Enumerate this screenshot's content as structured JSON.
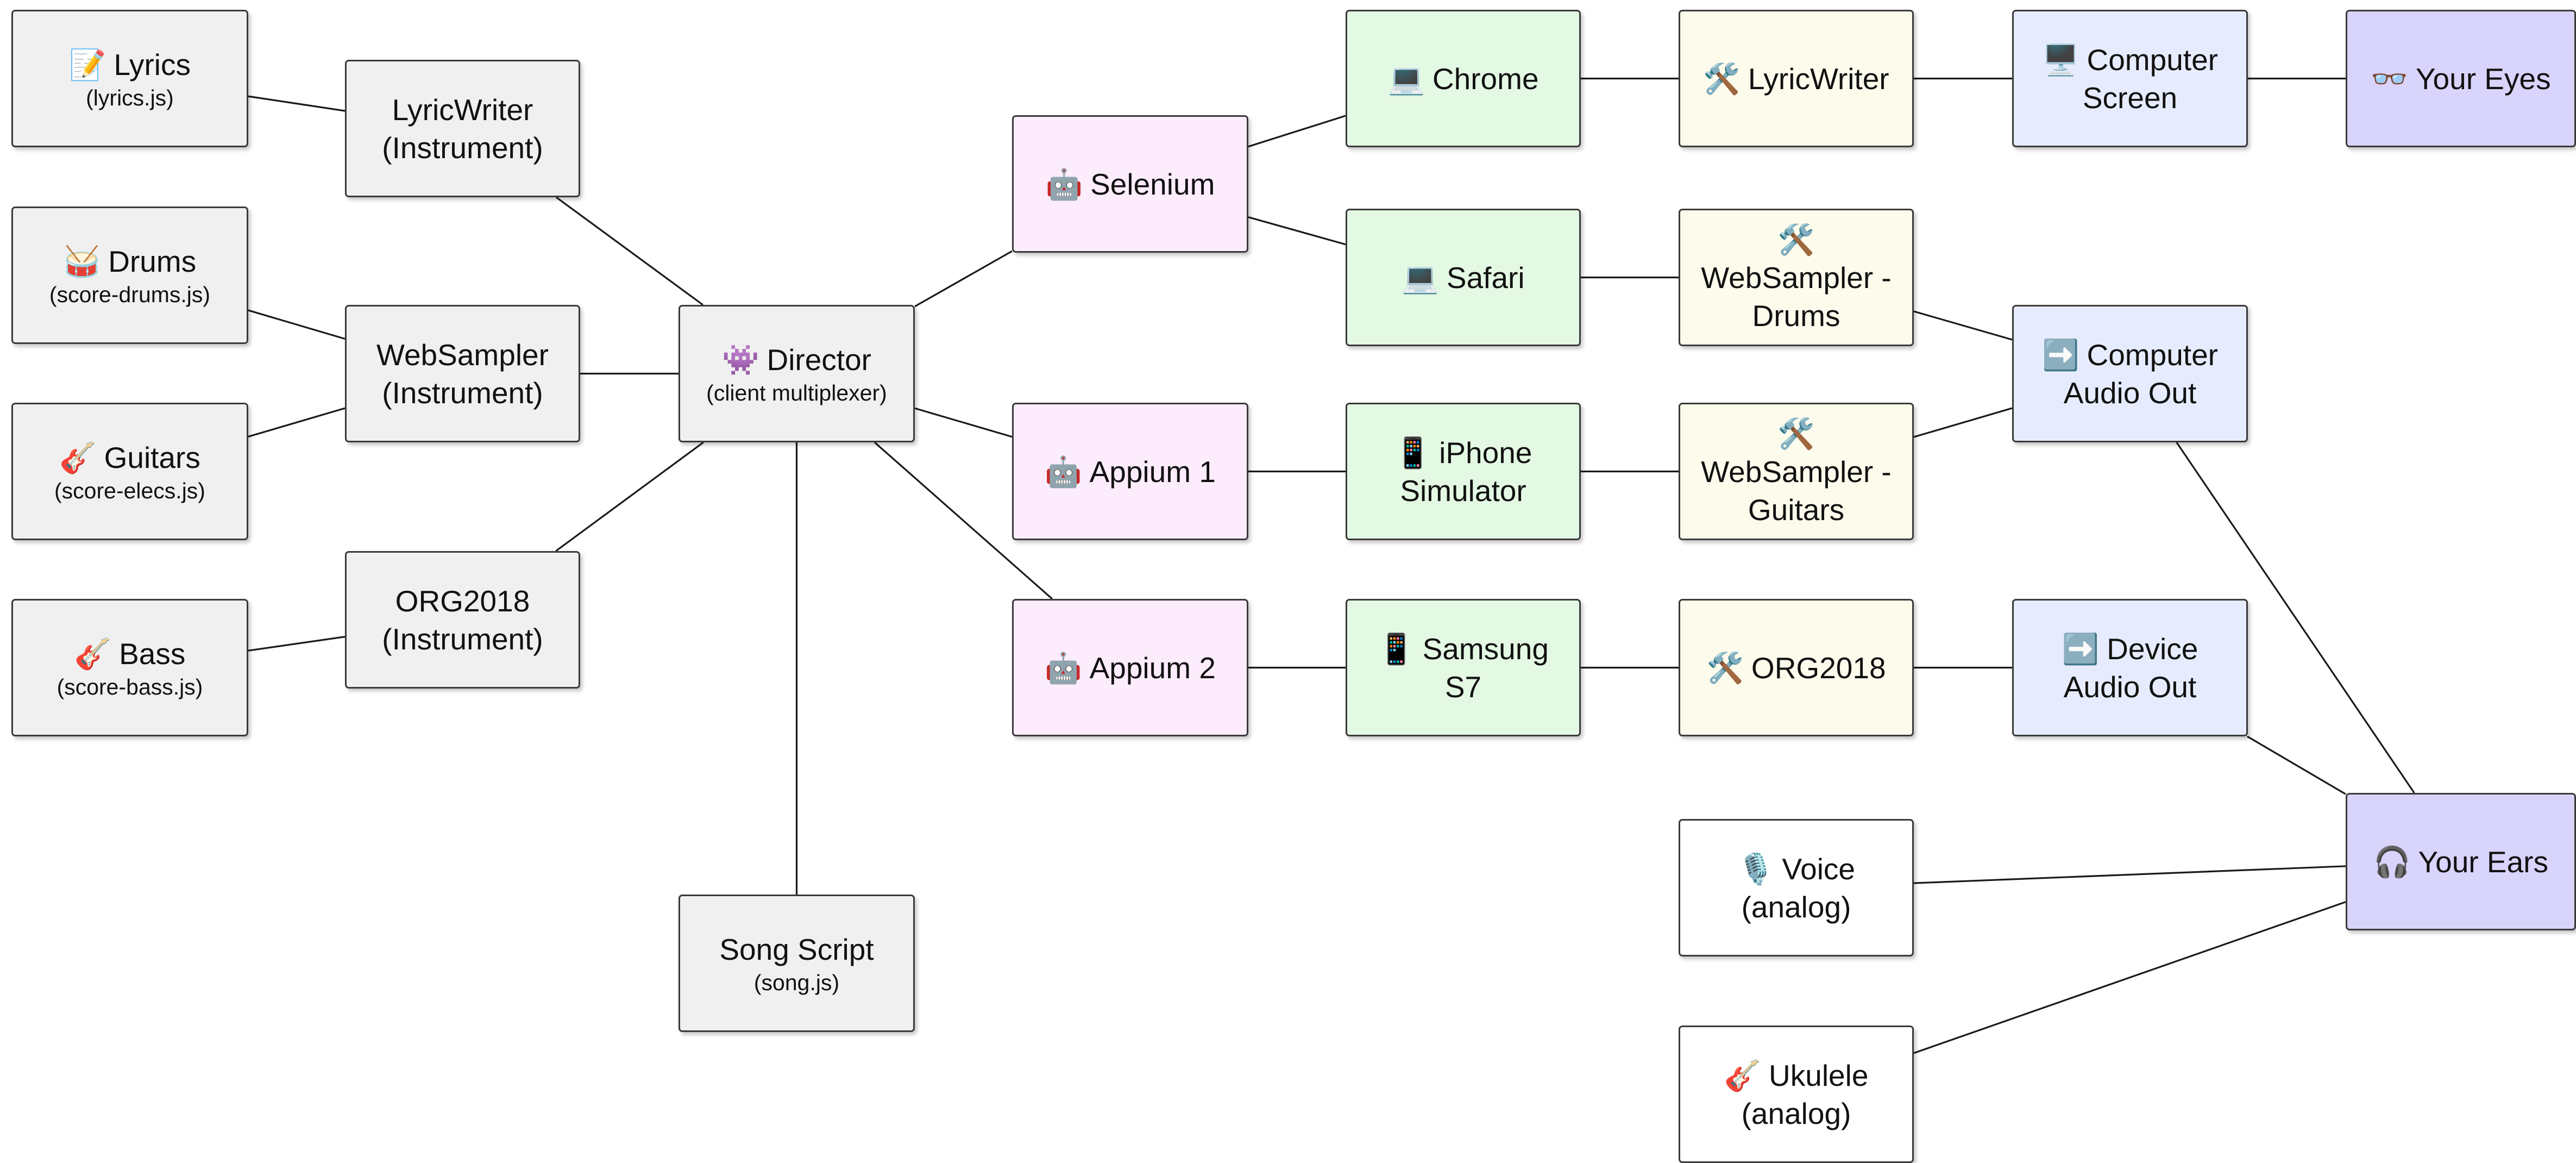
{
  "nodes": {
    "lyrics": {
      "icon": "📝",
      "label": "Lyrics",
      "sub": "(lyrics.js)"
    },
    "drums": {
      "icon": "🥁",
      "label": "Drums",
      "sub": "(score-drums.js)"
    },
    "guitars": {
      "icon": "🎸",
      "label": "Guitars",
      "sub": "(score-elecs.js)"
    },
    "bass": {
      "icon": "🎸",
      "label": "Bass",
      "sub": "(score-bass.js)"
    },
    "lyricwriter_instrument": {
      "line1": "LyricWriter",
      "line2": "(Instrument)"
    },
    "websampler_instrument": {
      "line1": "WebSampler",
      "line2": "(Instrument)"
    },
    "org2018_instrument": {
      "line1": "ORG2018",
      "line2": "(Instrument)"
    },
    "director": {
      "icon": "👾",
      "label": "Director",
      "sub": "(client multiplexer)"
    },
    "song_script": {
      "label": "Song Script",
      "sub": "(song.js)"
    },
    "selenium": {
      "icon": "🤖",
      "label": "Selenium"
    },
    "appium1": {
      "icon": "🤖",
      "label": "Appium 1"
    },
    "appium2": {
      "icon": "🤖",
      "label": "Appium 2"
    },
    "chrome": {
      "icon": "💻",
      "label": "Chrome"
    },
    "safari": {
      "icon": "💻",
      "label": "Safari"
    },
    "iphone": {
      "icon": "📱",
      "line1": "iPhone",
      "line2": "Simulator"
    },
    "samsung": {
      "icon": "📱",
      "line1": "Samsung",
      "line2": "S7"
    },
    "lyricwriter_tool": {
      "icon": "🛠️",
      "label": "LyricWriter"
    },
    "websampler_drums": {
      "icon": "🛠️",
      "line1": "WebSampler -",
      "line2": "Drums"
    },
    "websampler_guitars": {
      "icon": "🛠️",
      "line1": "WebSampler -",
      "line2": "Guitars"
    },
    "org2018_tool": {
      "icon": "🛠️",
      "label": "ORG2018"
    },
    "voice": {
      "icon": "🎙️",
      "line1": "Voice",
      "line2": "(analog)"
    },
    "ukulele": {
      "icon": "🎸",
      "line1": "Ukulele",
      "line2": "(analog)"
    },
    "computer_screen": {
      "icon": "🖥️",
      "line1": "Computer",
      "line2": "Screen"
    },
    "computer_audio_out": {
      "icon": "➡️",
      "line1": "Computer",
      "line2": "Audio Out"
    },
    "device_audio_out": {
      "icon": "➡️",
      "line1": "Device",
      "line2": "Audio Out"
    },
    "your_eyes": {
      "icon": "👓",
      "label": "Your Eyes"
    },
    "your_ears": {
      "icon": "🎧",
      "label": "Your Ears"
    }
  },
  "edges": [
    [
      "lyrics",
      "lyricwriter_instrument"
    ],
    [
      "drums",
      "websampler_instrument"
    ],
    [
      "guitars",
      "websampler_instrument"
    ],
    [
      "bass",
      "org2018_instrument"
    ],
    [
      "lyricwriter_instrument",
      "director"
    ],
    [
      "websampler_instrument",
      "director"
    ],
    [
      "org2018_instrument",
      "director"
    ],
    [
      "director",
      "song_script"
    ],
    [
      "director",
      "selenium"
    ],
    [
      "director",
      "appium1"
    ],
    [
      "director",
      "appium2"
    ],
    [
      "selenium",
      "chrome"
    ],
    [
      "selenium",
      "safari"
    ],
    [
      "appium1",
      "iphone"
    ],
    [
      "appium2",
      "samsung"
    ],
    [
      "chrome",
      "lyricwriter_tool"
    ],
    [
      "safari",
      "websampler_drums"
    ],
    [
      "iphone",
      "websampler_guitars"
    ],
    [
      "samsung",
      "org2018_tool"
    ],
    [
      "lyricwriter_tool",
      "computer_screen"
    ],
    [
      "websampler_drums",
      "computer_audio_out"
    ],
    [
      "websampler_guitars",
      "computer_audio_out"
    ],
    [
      "org2018_tool",
      "device_audio_out"
    ],
    [
      "computer_screen",
      "your_eyes"
    ],
    [
      "computer_audio_out",
      "your_ears"
    ],
    [
      "device_audio_out",
      "your_ears"
    ],
    [
      "voice",
      "your_ears"
    ],
    [
      "ukulele",
      "your_ears"
    ]
  ]
}
